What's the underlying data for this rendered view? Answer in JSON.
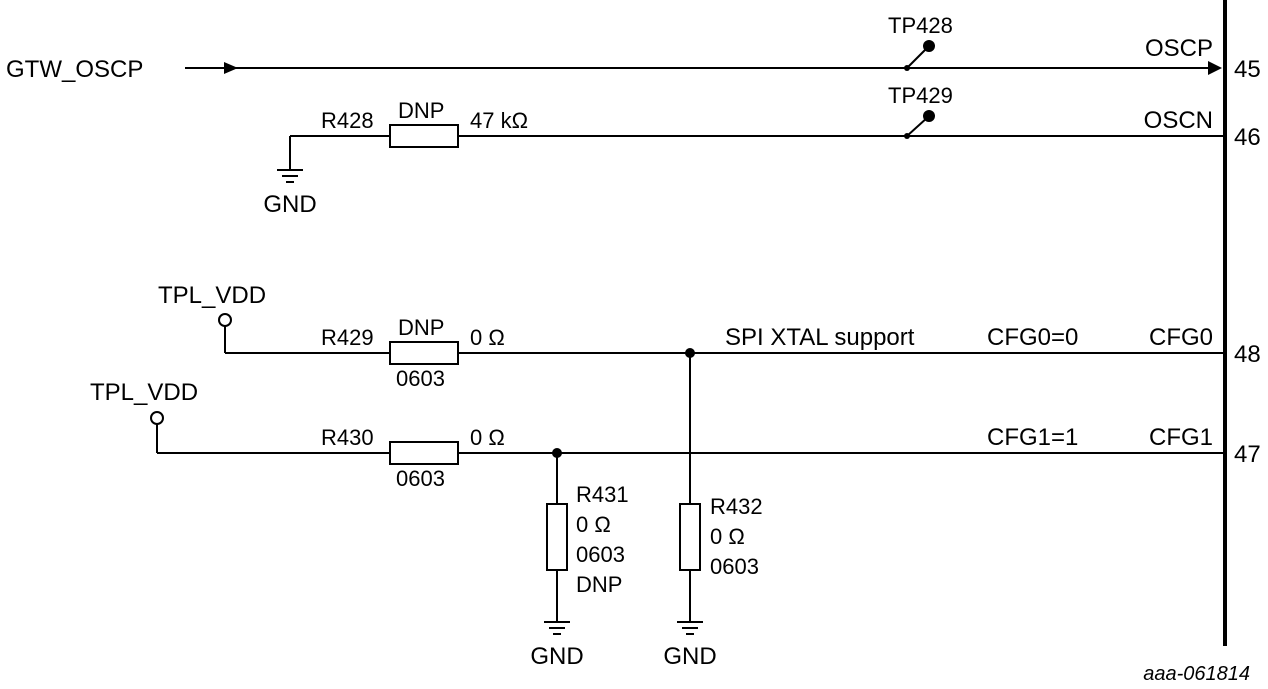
{
  "nets": {
    "gtw_oscp": "GTW_OSCP",
    "oscp": "OSCP",
    "oscn": "OSCN",
    "cfg0": "CFG0",
    "cfg1": "CFG1"
  },
  "pins": {
    "oscp": "45",
    "oscn": "46",
    "cfg0": "48",
    "cfg1": "47"
  },
  "test_points": {
    "tp428": "TP428",
    "tp429": "TP429"
  },
  "power": {
    "tpl_vdd_1": "TPL_VDD",
    "tpl_vdd_2": "TPL_VDD",
    "gnd_1": "GND",
    "gnd_2": "GND",
    "gnd_3": "GND"
  },
  "resistors": {
    "r428": {
      "ref": "R428",
      "note": "DNP",
      "value": "47 kΩ"
    },
    "r429": {
      "ref": "R429",
      "note": "DNP",
      "value": "0 Ω",
      "package": "0603"
    },
    "r430": {
      "ref": "R430",
      "value": "0 Ω",
      "package": "0603"
    },
    "r431": {
      "ref": "R431",
      "value": "0 Ω",
      "package": "0603",
      "note": "DNP"
    },
    "r432": {
      "ref": "R432",
      "value": "0 Ω",
      "package": "0603"
    }
  },
  "annotations": {
    "spi_xtal": "SPI XTAL support",
    "cfg0_value": "CFG0=0",
    "cfg1_value": "CFG1=1"
  },
  "figure_id": "aaa-061814"
}
